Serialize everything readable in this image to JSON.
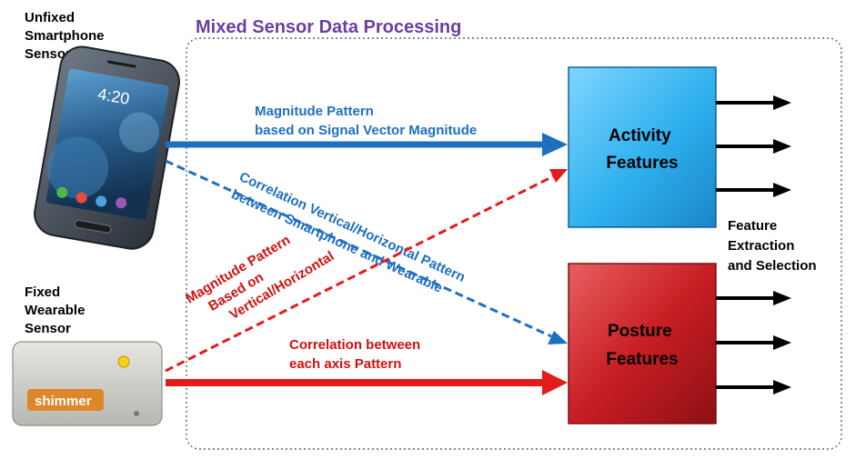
{
  "title": "Mixed Sensor Data Processing",
  "sources": {
    "smartphone_label": [
      "Unfixed",
      "Smartphone",
      "Sensor"
    ],
    "phone_clock": "4:20",
    "wearable_label": [
      "Fixed",
      "Wearable",
      "Sensor"
    ],
    "wearable_brand": "shimmer"
  },
  "feature_boxes": {
    "activity": [
      "Activity",
      "Features"
    ],
    "posture": [
      "Posture",
      "Features"
    ]
  },
  "arrow_labels": {
    "magnitude_svm": [
      "Magnitude Pattern",
      "based on Signal Vector Magnitude"
    ],
    "correlation_vh": [
      "Correlation Vertical/Horizontal Pattern",
      "between Smartphone and Wearable"
    ],
    "magnitude_vh": [
      "Magnitude Pattern",
      "Based on",
      "Vertical/Horizontal"
    ],
    "correlation_axis": [
      "Correlation between",
      "each axis Pattern"
    ]
  },
  "feature_extraction_label": [
    "Feature",
    "Extraction",
    "and Selection"
  ],
  "colors": {
    "title": "#6a3fa0",
    "blue_arrow": "#1f6fbf",
    "blue_text": "#1f6fbf",
    "red_arrow": "#e31b1b",
    "red_text": "#d01010",
    "activity_box": "#29a9e8",
    "posture_box": "#c81e24"
  }
}
